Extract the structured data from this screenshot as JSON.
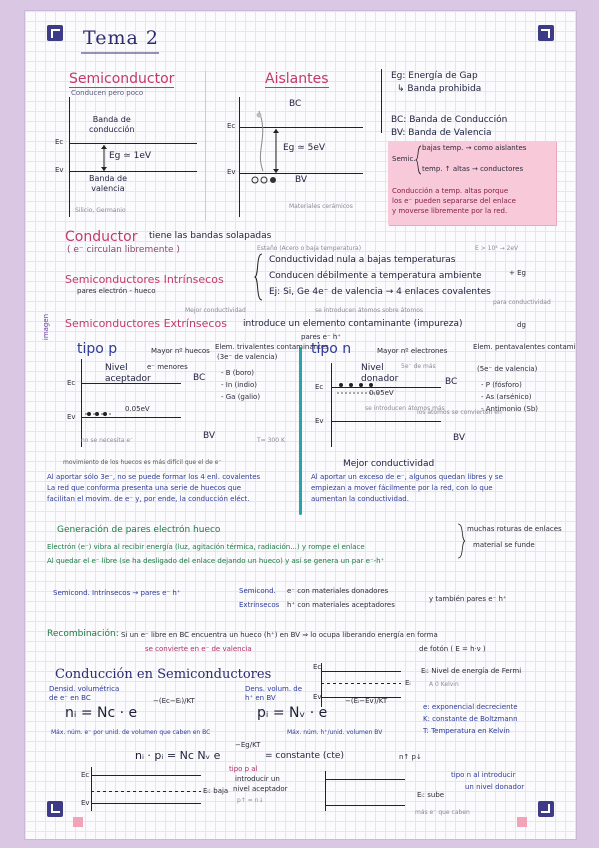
{
  "header": {
    "title": "Tema 2"
  },
  "semiconductor": {
    "heading": "Semiconductor",
    "note": "Conducen pero poco",
    "bc": "Banda de\nconducción",
    "bv": "Banda de\nvalencia",
    "gap": "Eg ≃ 1eV",
    "ec": "Ec",
    "ev": "Ev",
    "example": "Silicio, Germanio"
  },
  "aislantes": {
    "heading": "Aislantes",
    "bc": "BC",
    "bv": "BV",
    "gap": "Eg ≃ 5eV",
    "ec": "Ec",
    "ev": "Ev",
    "example": "Materiales cerámicos"
  },
  "eg_box": {
    "line1": "Eg: Energía de Gap",
    "line2": "↳ Banda prohibida",
    "bc": "BC: Banda de Conducción",
    "bv": "BV: Banda de Valencia"
  },
  "sticky": {
    "semic": "Semic.",
    "low": "bajas temp. → como aislantes",
    "high": "temp. ↑ altas → conductores",
    "note1": "Conducción a temp. altas porque",
    "note2": "los e⁻ pueden separarse del enlace",
    "note3": "y moverse libremente por la red."
  },
  "conductor": {
    "heading": "Conductor",
    "text": "tiene las bandas solapadas",
    "sub": "( e⁻ circulan libremente )",
    "note": "Estaño (Acero o baja temperatura)",
    "right": "E > 10⁴ → 2eV"
  },
  "intrinsecos": {
    "heading": "Semiconductores Intrínsecos",
    "sub": "pares electrón - hueco",
    "line1": "Conductividad nula a bajas temperaturas",
    "line2": "Conducen débilmente a temperatura ambiente",
    "line3": "Ej: Si, Ge  4e⁻ de valencia → 4 enlaces covalentes",
    "side": "+ Eg",
    "side2": "para conductividad",
    "imagen": "imagen"
  },
  "extrinsecos": {
    "heading": "Semiconductores Extrínsecos",
    "note": "Mejor conductividad",
    "note2": "se introducen átomos sobre átomos",
    "text": "introduce un elemento contaminante (impureza)",
    "pares": "pares e⁻ h⁺",
    "right": "dg"
  },
  "tipo_p": {
    "heading": "tipo p",
    "sub": "Mayor nº huecos",
    "sub2": "e⁻ menores",
    "nivel": "Nivel\naceptador",
    "bc": "BC",
    "bv": "BV",
    "ec": "Ec",
    "ev": "Ev",
    "gap": "0.05eV",
    "note": "no se necesita e⁻",
    "temp": "T= 300 K",
    "elem_title": "Elem. trivalentes contaminantes",
    "elem_sub": "(3e⁻ de valencia)",
    "elements": [
      "- B (boro)",
      "- In (indio)",
      "- Ga (galio)"
    ],
    "move": "movimiento de los huecos es más difícil que el de e⁻",
    "para1": "Al aportar sólo 3e⁻, no se puede formar los 4 enl. covalentes",
    "para2": "La red que conforma presenta una serie de huecos que",
    "para3": "facilitan el movim. de e⁻ y, por ende, la conducción eléct."
  },
  "tipo_n": {
    "heading": "tipo n",
    "sub": "Mayor nº electrones",
    "nivel": "Nivel\ndonador",
    "sub2": "5e⁻ de más",
    "bc": "BC",
    "bv": "BV",
    "ec": "Ec",
    "ev": "Ev",
    "gap": "0.05eV",
    "note": "se introducen átomos más",
    "note2": "los átomos se convierten en",
    "elem_title": "Elem. pentavalentes contaminantes",
    "elem_sub": "(5e⁻ de valencia)",
    "elements": [
      "- P (fósforo)",
      "- As (arsénico)",
      "- Antimonio (Sb)"
    ],
    "mejor": "Mejor conductividad",
    "para1": "Al aportar un exceso de e⁻, algunos quedan libres y se",
    "para2": "empiezan a mover fácilmente por la red, con lo que",
    "para3": "aumentan la conductividad."
  },
  "generacion": {
    "heading": "Generación de pares electrón hueco",
    "line1": "Electrón (e⁻) vibra al recibir energía (luz, agitación térmica, radiación...) y rompe el enlace",
    "line2": "Al quedar el e⁻ libre (se ha desligado del enlace dejando un hueco) y así se genera un par e⁻-h⁺",
    "side1": "muchas roturas de enlaces",
    "side2": "material se funde"
  },
  "pares": {
    "intr": "Semicond. Intrínsecos → pares e⁻ h⁺",
    "semi": "Semicond.",
    "extr": "Extrínsecos",
    "e_line": "e⁻ con materiales donadores",
    "h_line": "h⁺ con materiales aceptadores",
    "also": "y también pares e⁻ h⁺"
  },
  "recombinacion": {
    "heading": "Recombinación:",
    "line1": "Si un e⁻ libre en BC encuentra un hueco (h⁺) en BV ⇒ lo ocupa liberando energía en forma",
    "line2": "se convierte en e⁻ de valencia",
    "line3": "de fotón ( E = h·ν )"
  },
  "conduccion": {
    "heading": "Conducción en Semiconductores",
    "dens_e": "Densid. volumétrica\nde e⁻ en BC",
    "formula_n": "nᵢ = Nc · e",
    "exp_n": "−(Ec−Eᵢ)/KT",
    "mas_n": "Máx. núm. e⁻ por unid. de volumen que caben en BC",
    "dens_h": "Dens. volum. de\nh⁺ en BV",
    "formula_p": "pᵢ = Nᵥ · e",
    "exp_p": "−(Eᵢ−Ev)/KT",
    "mas_p": "Máx. núm. h⁺/unid. volumen BV",
    "product": "nᵢ · pᵢ = Nc Nᵥ e",
    "exp_prod": "−Eg/KT",
    "const": "= constante (cte)",
    "ei": "Eᵢ: Nivel de energía de Fermi",
    "ei_note": "A 0 Kelvin",
    "e_def": "e: exponencial decreciente",
    "k_def": "K: constante de Boltzmann",
    "t_def": "T: Temperatura en Kelvin",
    "ec": "Ec",
    "ev": "Ev",
    "ei_lbl": "Eᵢ",
    "ei_baja": "Eᵢ: baja",
    "tipo_p": "tipo p al",
    "tipo_p2": "introducir un",
    "tipo_p3": "nivel aceptador",
    "tipo_p4": "p↑ = n↓",
    "tipo_n": "tipo n al introducir",
    "tipo_n2": "un nivel donador",
    "ei_sube": "Eᵢ: sube",
    "n_up": "n↑  p↓",
    "mas_e": "más e⁻ que caben"
  }
}
